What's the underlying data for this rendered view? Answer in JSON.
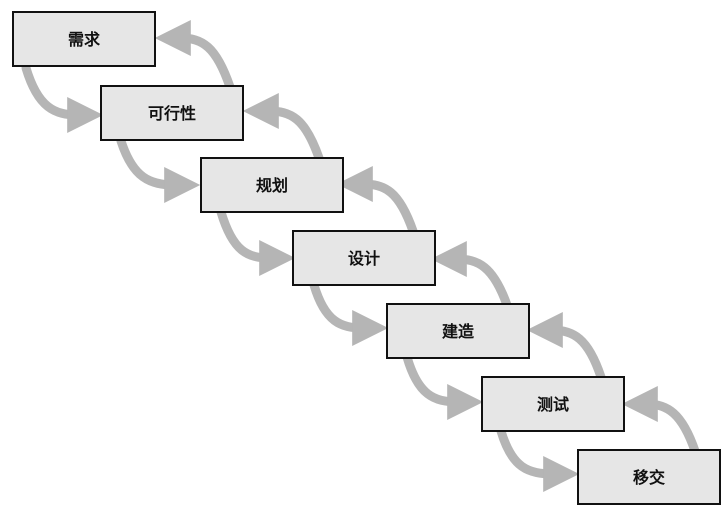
{
  "stages": [
    {
      "label": "需求"
    },
    {
      "label": "可行性"
    },
    {
      "label": "规划"
    },
    {
      "label": "设计"
    },
    {
      "label": "建造"
    },
    {
      "label": "测试"
    },
    {
      "label": "移交"
    }
  ],
  "colors": {
    "box_fill": "#e6e6e6",
    "box_stroke": "#111111",
    "arrow": "#b5b5b5"
  }
}
